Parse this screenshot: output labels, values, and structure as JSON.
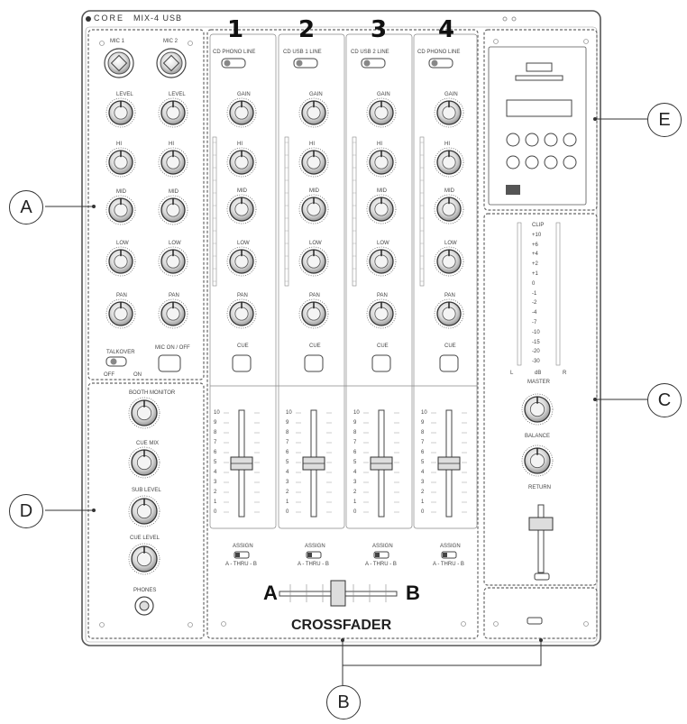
{
  "brand": "CORE",
  "model": "MIX-4 USB",
  "callouts": [
    "A",
    "B",
    "C",
    "D",
    "E"
  ],
  "channels": [
    {
      "number": "1",
      "input_select": "CD  PHONO  LINE"
    },
    {
      "number": "2",
      "input_select": "CD   USB 1  LINE"
    },
    {
      "number": "3",
      "input_select": "CD  USB 2  LINE"
    },
    {
      "number": "4",
      "input_select": "CD   PHONO   LINE"
    }
  ],
  "channel_controls": {
    "gain": "GAIN",
    "high": "HI",
    "mid": "MID",
    "low": "LOW",
    "pan": "PAN",
    "cue": "CUE",
    "assign": "ASSIGN",
    "assign_options": "A - THRU - B",
    "fader_scale": [
      "10",
      "9",
      "8",
      "7",
      "6",
      "5",
      "4",
      "3",
      "2",
      "1",
      "0"
    ]
  },
  "mic_section": {
    "mic1": "MIC 1",
    "mic2": "MIC 2",
    "level": "LEVEL",
    "hi": "HI",
    "mid": "MID",
    "low": "LOW",
    "pan": "PAN",
    "talkover": "TALKOVER",
    "talkover_off": "OFF",
    "talkover_on": "ON",
    "mic_on_off": "MIC ON / OFF"
  },
  "headphone_section": {
    "booth": "BOOTH MONITOR",
    "cue_mix": "CUE MIX",
    "cue_level": "CUE LEVEL",
    "phones": "PHONES",
    "sub": "SUB LEVEL"
  },
  "master_section": {
    "meter_labels": [
      "CLIP",
      "+10",
      "+6",
      "+4",
      "+2",
      "+1",
      "0",
      "-1",
      "-2",
      "-4",
      "-7",
      "-10",
      "-15",
      "-20",
      "-30"
    ],
    "l": "L",
    "db": "dB",
    "r": "R",
    "master": "MASTER",
    "balance": "BALANCE",
    "return": "RETURN"
  },
  "crossfader": {
    "label": "CROSSFADER",
    "a": "A",
    "b": "B"
  }
}
